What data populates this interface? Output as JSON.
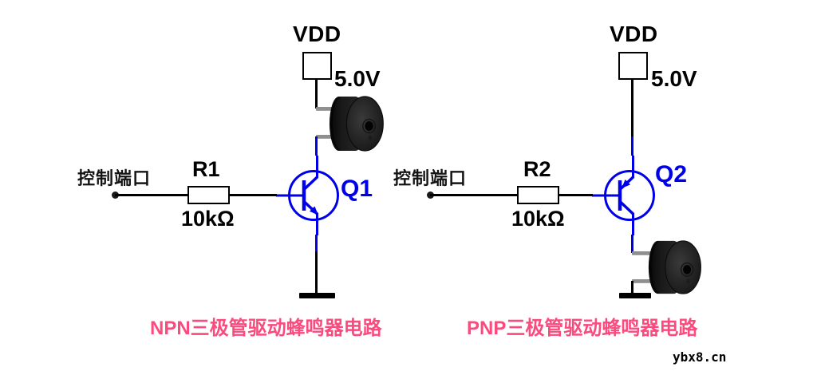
{
  "diagram": {
    "left_circuit": {
      "type": "NPN",
      "port_label": "控制端口",
      "resistor_name": "R1",
      "resistor_value": "10kΩ",
      "transistor_name": "Q1",
      "power_label": "VDD",
      "power_voltage": "5.0V",
      "caption": "NPN三极管驱动蜂鸣器电路"
    },
    "right_circuit": {
      "type": "PNP",
      "port_label": "控制端口",
      "resistor_name": "R2",
      "resistor_value": "10kΩ",
      "transistor_name": "Q2",
      "power_label": "VDD",
      "power_voltage": "5.0V",
      "caption": "PNP三极管驱动蜂鸣器电路"
    },
    "watermark": "ybx8.cn",
    "colors": {
      "wire_black": "#000000",
      "schematic_blue": "#0000e8",
      "caption_pink": "#fb4a7d",
      "lead_gray": "#8f8f8f",
      "background": "#ffffff"
    }
  }
}
